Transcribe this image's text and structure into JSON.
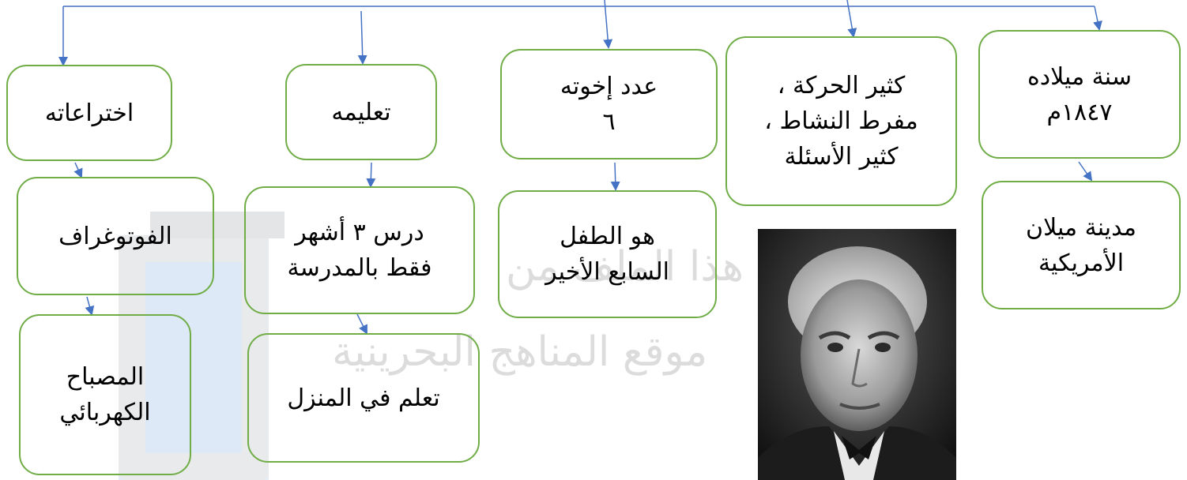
{
  "nodes": {
    "birth_year": "سنة ميلاده\n١٨٤٧م",
    "birth_city": "مدينة ميلان\nالأمريكية",
    "traits": "كثير الحركة ،\nمفرط النشاط ،\nكثير الأسئلة",
    "siblings": "عدد إخوته\n٦",
    "seventh_child": "هو الطفل\nالسابع الأخير",
    "education": "تعليمه",
    "school_months": "درس ٣ أشهر\nفقط بالمدرسة",
    "home_learning": "تعلم في المنزل",
    "inventions": "اختراعاته",
    "phonograph": "الفوتوغراف",
    "light_bulb": "المصباح\nالكهربائي"
  },
  "watermark": {
    "line1": "تحميل هذا الملف من",
    "line2": "موقع المناهج البحرينية"
  },
  "colors": {
    "node_border": "#70ad47",
    "arrow": "#4472c4"
  }
}
